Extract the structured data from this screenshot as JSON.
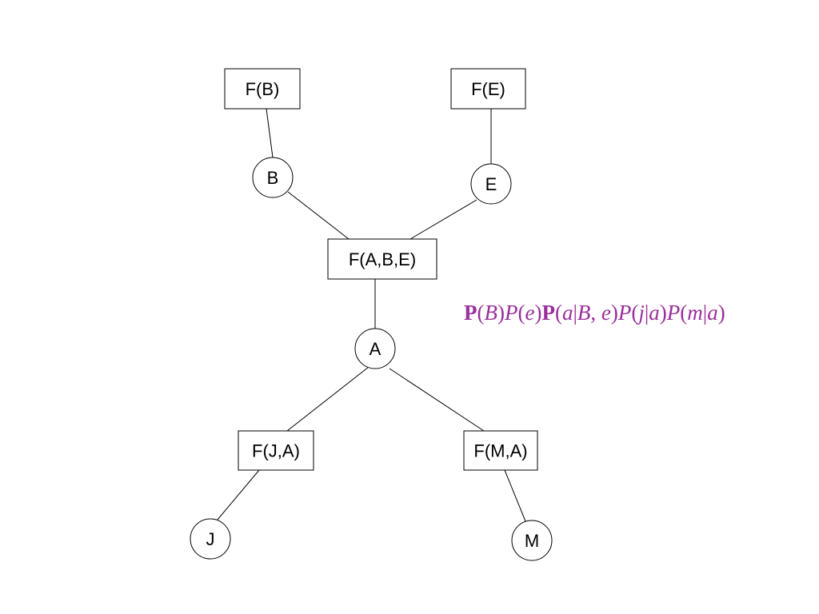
{
  "colors": {
    "stroke": "#000000",
    "formula": "#9b2f9b"
  },
  "factors": [
    {
      "id": "fb",
      "label": "F(B)"
    },
    {
      "id": "fe",
      "label": "F(E)"
    },
    {
      "id": "fabe",
      "label": "F(A,B,E)"
    },
    {
      "id": "fja",
      "label": "F(J,A)"
    },
    {
      "id": "fma",
      "label": "F(M,A)"
    }
  ],
  "variables": [
    {
      "id": "b",
      "label": "B"
    },
    {
      "id": "e",
      "label": "E"
    },
    {
      "id": "a",
      "label": "A"
    },
    {
      "id": "j",
      "label": "J"
    },
    {
      "id": "m",
      "label": "M"
    }
  ],
  "edges": [
    [
      "fb",
      "b"
    ],
    [
      "fe",
      "e"
    ],
    [
      "b",
      "fabe"
    ],
    [
      "e",
      "fabe"
    ],
    [
      "fabe",
      "a"
    ],
    [
      "a",
      "fja"
    ],
    [
      "a",
      "fma"
    ],
    [
      "fja",
      "j"
    ],
    [
      "fma",
      "m"
    ]
  ],
  "formula": [
    {
      "t": "P",
      "s": "b"
    },
    {
      "t": "(",
      "s": "r"
    },
    {
      "t": "B",
      "s": "i"
    },
    {
      "t": ")",
      "s": "r"
    },
    {
      "t": "P",
      "s": "i"
    },
    {
      "t": "(",
      "s": "r"
    },
    {
      "t": "e",
      "s": "i"
    },
    {
      "t": ")",
      "s": "r"
    },
    {
      "t": "P",
      "s": "b"
    },
    {
      "t": "(",
      "s": "r"
    },
    {
      "t": "a",
      "s": "i"
    },
    {
      "t": "|",
      "s": "r"
    },
    {
      "t": "B",
      "s": "i"
    },
    {
      "t": ", ",
      "s": "r"
    },
    {
      "t": "e",
      "s": "i"
    },
    {
      "t": ")",
      "s": "r"
    },
    {
      "t": "P",
      "s": "i"
    },
    {
      "t": "(",
      "s": "r"
    },
    {
      "t": "j",
      "s": "i"
    },
    {
      "t": "|",
      "s": "r"
    },
    {
      "t": "a",
      "s": "i"
    },
    {
      "t": ")",
      "s": "r"
    },
    {
      "t": "P",
      "s": "i"
    },
    {
      "t": "(",
      "s": "r"
    },
    {
      "t": "m",
      "s": "i"
    },
    {
      "t": "|",
      "s": "r"
    },
    {
      "t": "a",
      "s": "i"
    },
    {
      "t": ")",
      "s": "r"
    }
  ]
}
